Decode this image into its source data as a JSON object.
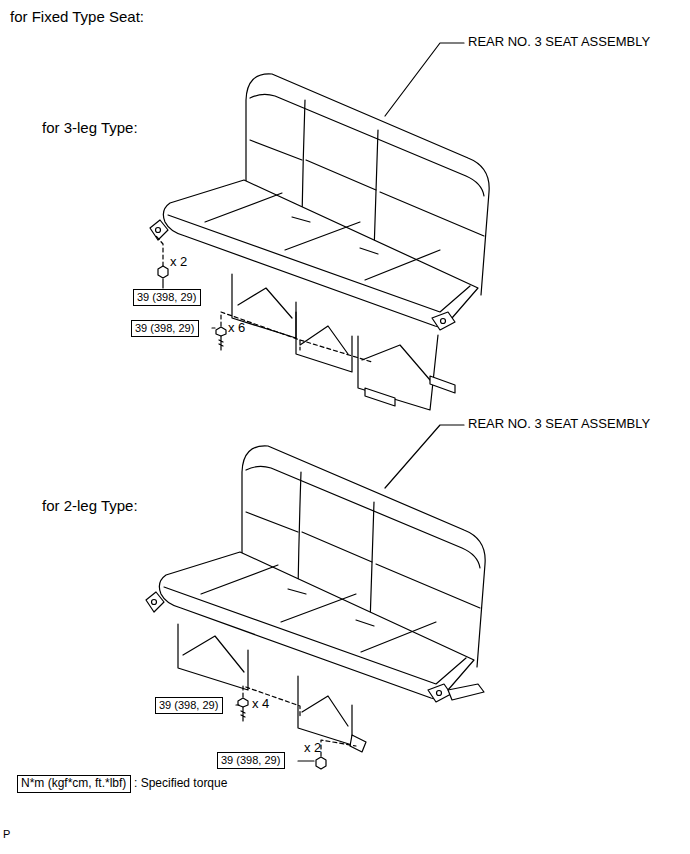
{
  "diagram": {
    "title": "for Fixed Type Seat:",
    "nodes": [
      {
        "text": [
          "39 (398, 29)"
        ]
      },
      {
        "text": [
          "39 (398, 29)"
        ]
      },
      {
        "text": [
          "39 (398, 29)"
        ]
      },
      {
        "text": [
          "39 (398, 29)"
        ]
      },
      {
        "text": [
          "N*m (kgf*cm, ft.*lbf)"
        ]
      }
    ],
    "labels": [
      "REAR NO. 3 SEAT ASSEMBLY",
      "for 3-leg Type:",
      "x 2",
      "x 6",
      "REAR NO. 3 SEAT ASSEMBLY",
      "for 2-leg Type:",
      "x 4",
      "x 2",
      ": Specified torque",
      "P"
    ]
  }
}
